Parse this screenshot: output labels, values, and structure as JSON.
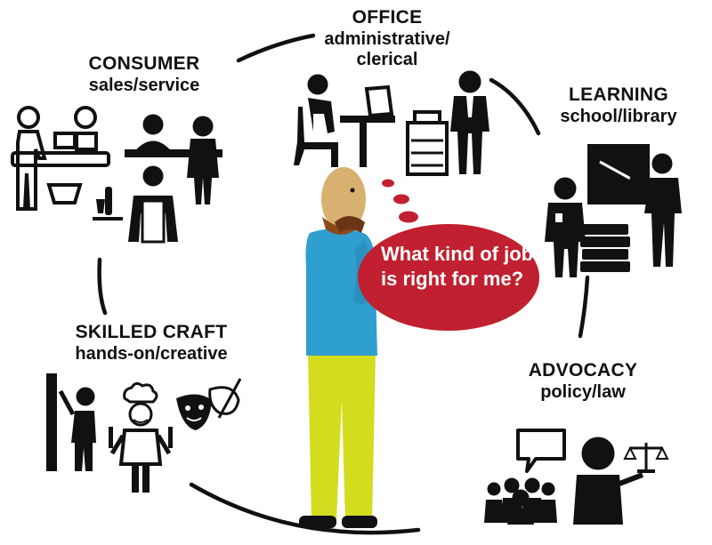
{
  "categories": [
    {
      "id": "office",
      "title": "OFFICE",
      "subtitle": "administrative/\nclerical"
    },
    {
      "id": "consumer",
      "title": "CONSUMER",
      "subtitle": "sales/service"
    },
    {
      "id": "learning",
      "title": "LEARNING",
      "subtitle": "school/library"
    },
    {
      "id": "skilled",
      "title": "SKILLED CRAFT",
      "subtitle": "hands-on/creative"
    },
    {
      "id": "advocacy",
      "title": "ADVOCACY",
      "subtitle": "policy/law"
    }
  ],
  "thought_bubble": {
    "text": "What kind of job is right for me?"
  },
  "colors": {
    "bubble": "#c0202f",
    "shirt": "#2f9fd0",
    "pants": "#d3dc1d",
    "skin": "#d8b070",
    "icon": "#111111"
  },
  "icons": [
    "cashier-icon",
    "waiter-icon",
    "office-worker-icon",
    "manager-icon",
    "file-cabinet-icon",
    "teacher-icon",
    "student-icon",
    "books-icon",
    "repair-worker-icon",
    "chef-icon",
    "theater-masks-icon",
    "palette-icon",
    "audience-icon",
    "speech-bubble-icon",
    "scales-icon",
    "speaker-icon"
  ]
}
